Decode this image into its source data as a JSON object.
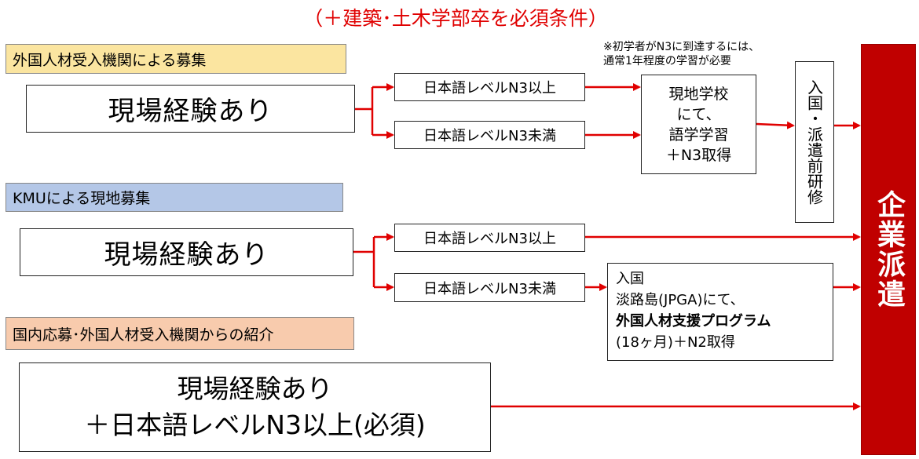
{
  "title": "（＋建築･土木学部卒を必須条件）",
  "note": [
    "※初学者がN3に到達するには、",
    "通常1年程度の学習が必要"
  ],
  "section1": {
    "header": "外国人材受入機関による募集",
    "experience": "現場経験あり",
    "level_high": "日本語レベルN3以上",
    "level_low": "日本語レベルN3未満",
    "school": [
      "現地学校",
      "にて、",
      "語学学習",
      "＋N3取得"
    ]
  },
  "entry_training": "入国・派遣前研修",
  "section2": {
    "header": "KMUによる現地募集",
    "experience": "現場経験あり",
    "level_high": "日本語レベルN3以上",
    "level_low": "日本語レベルN3未満",
    "program": {
      "line1": "入国",
      "line2": "淡路島(JPGA)にて、",
      "line3": "外国人材支援プログラム",
      "line4": "(18ヶ月)＋N2取得"
    }
  },
  "section3": {
    "header": "国内応募･外国人材受入機関からの紹介",
    "line1": "現場経験あり",
    "line2": "＋日本語レベルN3以上(必須)"
  },
  "dispatch": "企業派遣",
  "colors": {
    "red": "#e00000",
    "dispatch_bg": "#c00000",
    "header1": "#fbe5a0",
    "header2": "#b4c7e7",
    "header3": "#f8cbad"
  }
}
